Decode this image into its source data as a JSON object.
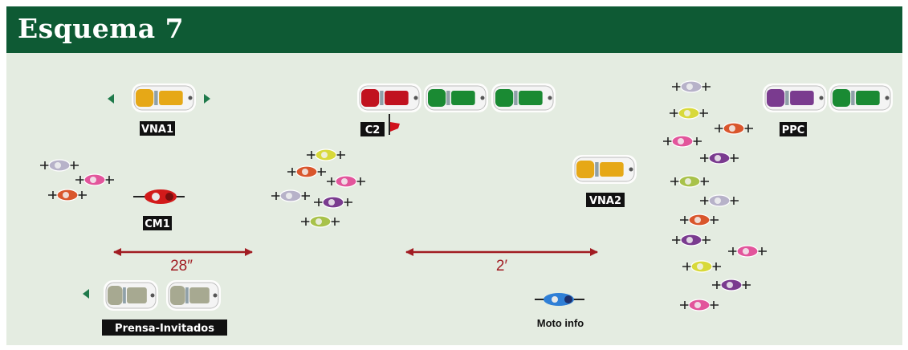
{
  "title": "Esquema 7",
  "labels": {
    "vna1": "VNA1",
    "c2": "C2",
    "ppc": "PPC",
    "cm1": "CM1",
    "vna2": "VNA2",
    "prensa": "Prensa-Invitados",
    "moto_info": "Moto info"
  },
  "gaps": {
    "first": "28″",
    "second": "2′"
  },
  "colors": {
    "header": "#0e5a34",
    "background": "#e4ece1",
    "gap_arrow": "#a11c22",
    "direction_arrow": "#1f7a4b"
  }
}
